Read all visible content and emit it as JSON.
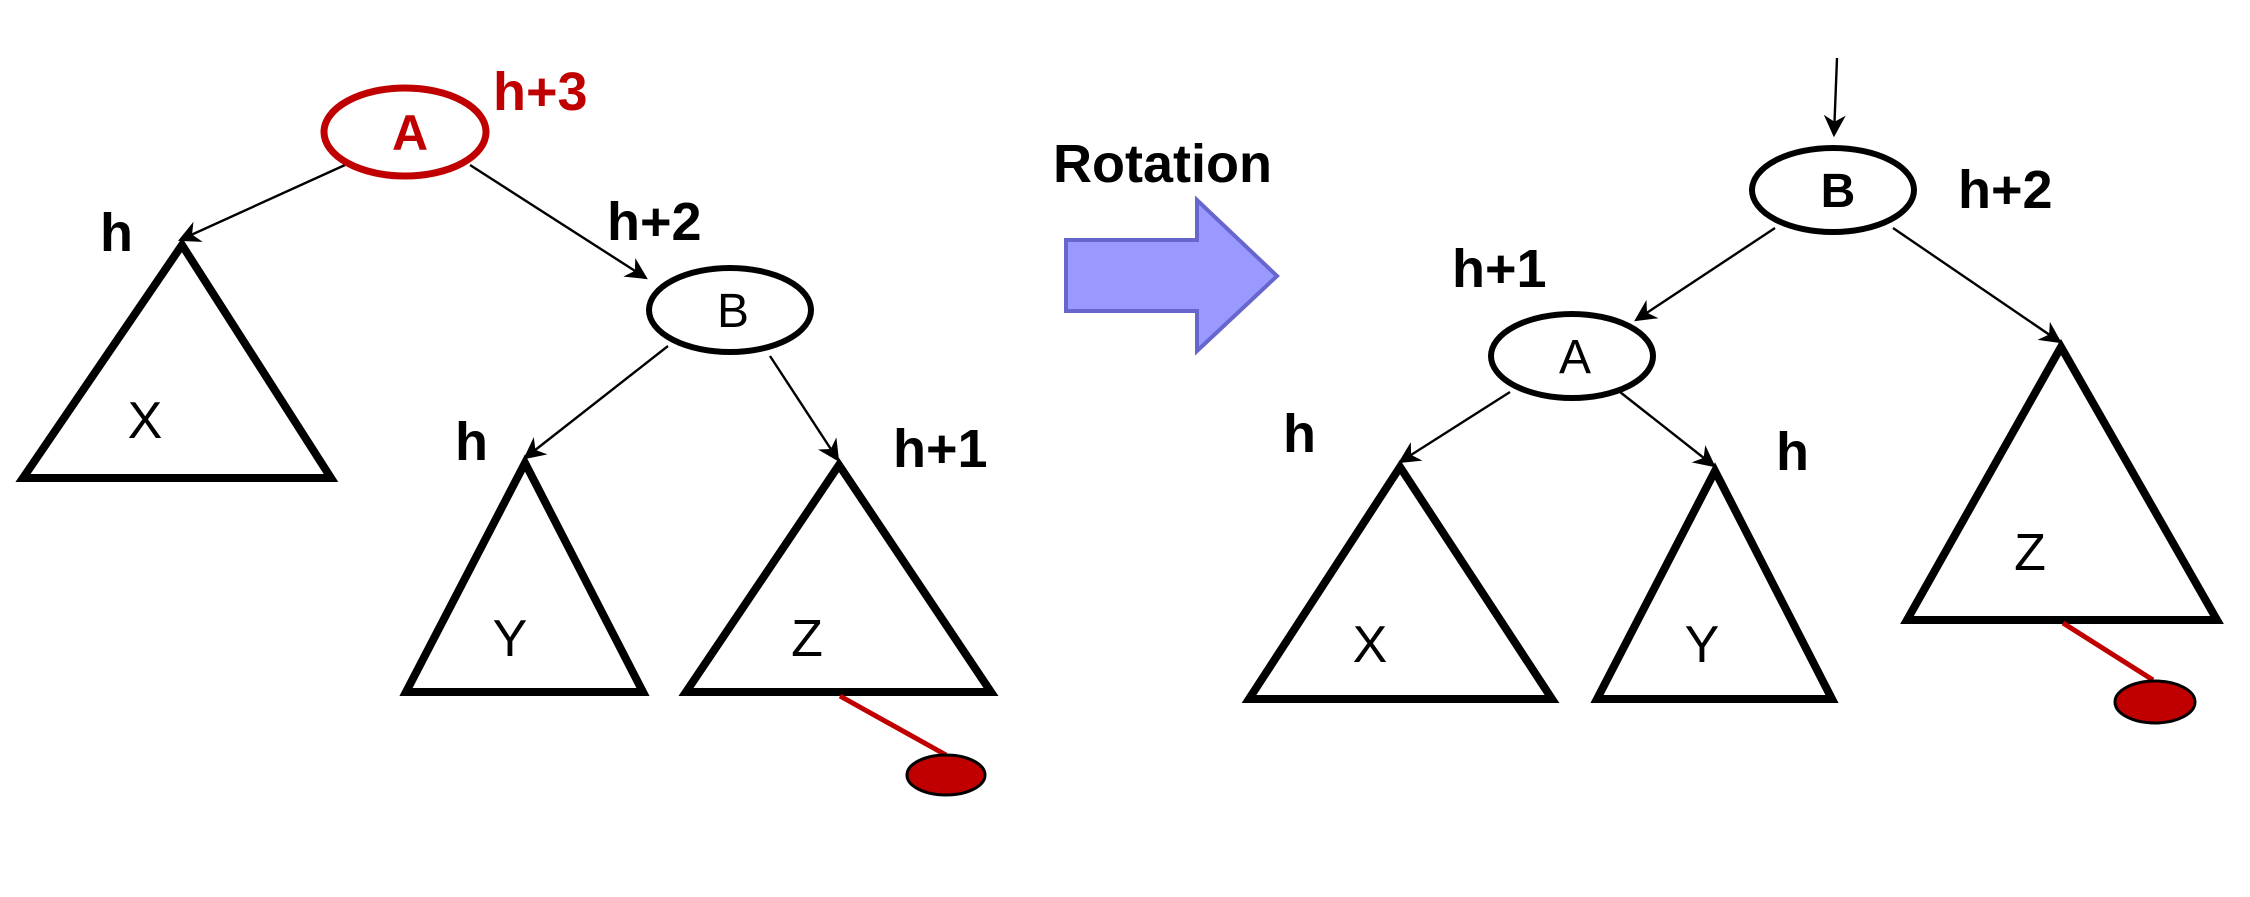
{
  "colors": {
    "highlight": "#c00000",
    "ink": "#000000",
    "arrow_fill": "#9999ff",
    "arrow_stroke": "#6666cc",
    "new_node": "#c00000"
  },
  "arrow_label": "Rotation",
  "before": {
    "node_a": "A",
    "node_b": "B",
    "height_a": "h+3",
    "height_b": "h+2",
    "height_x": "h",
    "height_y": "h",
    "height_z": "h+1",
    "subtree_x": "X",
    "subtree_y": "Y",
    "subtree_z": "Z"
  },
  "after": {
    "node_b": "B",
    "node_a": "A",
    "height_b": "h+2",
    "height_a": "h+1",
    "height_x": "h",
    "height_y": "h",
    "subtree_x": "X",
    "subtree_y": "Y",
    "subtree_z": "Z"
  }
}
